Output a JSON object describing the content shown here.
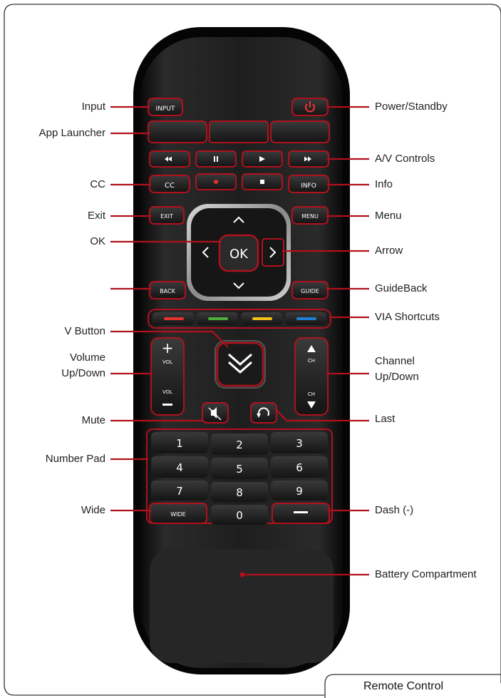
{
  "labels_left": [
    {
      "id": "input",
      "text": "Input"
    },
    {
      "id": "app-launcher",
      "text": "App Launcher"
    },
    {
      "id": "cc",
      "text": "CC"
    },
    {
      "id": "exit",
      "text": "Exit"
    },
    {
      "id": "ok",
      "text": "OK"
    },
    {
      "id": "v-button",
      "text": "V Button"
    },
    {
      "id": "volume",
      "text": "Volume\nUp/Down"
    },
    {
      "id": "mute",
      "text": "Mute"
    },
    {
      "id": "number-pad",
      "text": "Number Pad"
    },
    {
      "id": "wide",
      "text": "Wide"
    }
  ],
  "labels_right": [
    {
      "id": "power",
      "text": "Power/Standby"
    },
    {
      "id": "av-controls",
      "text": "A/V Controls"
    },
    {
      "id": "info",
      "text": "Info"
    },
    {
      "id": "menu",
      "text": "Menu"
    },
    {
      "id": "arrow",
      "text": "Arrow"
    },
    {
      "id": "guide-back",
      "text": "GuideBack"
    },
    {
      "id": "via-shortcuts",
      "text": "VIA Shortcuts"
    },
    {
      "id": "channel",
      "text": "Channel\nUp/Down"
    },
    {
      "id": "last",
      "text": "Last"
    },
    {
      "id": "dash",
      "text": "Dash (-)"
    },
    {
      "id": "battery",
      "text": "Battery Compartment"
    }
  ],
  "remote": {
    "input_label": "INPUT",
    "cc_label": "CC",
    "info_label": "INFO",
    "exit_label": "EXIT",
    "menu_label": "MENU",
    "ok_label": "OK",
    "back_label": "BACK",
    "guide_label": "GUIDE",
    "vol_label": "VOL",
    "ch_label": "CH",
    "wide_label": "WIDE",
    "numbers": [
      "1",
      "2",
      "3",
      "4",
      "5",
      "6",
      "7",
      "8",
      "9",
      "0"
    ]
  },
  "footer": {
    "title": "Remote Control"
  },
  "colors": {
    "accent": "#b0111d",
    "remote_body": "#1c1c1c",
    "via_red": "#e8322a",
    "via_green": "#4caf3a",
    "via_yellow": "#f1c21b",
    "via_blue": "#1f7fd6"
  }
}
